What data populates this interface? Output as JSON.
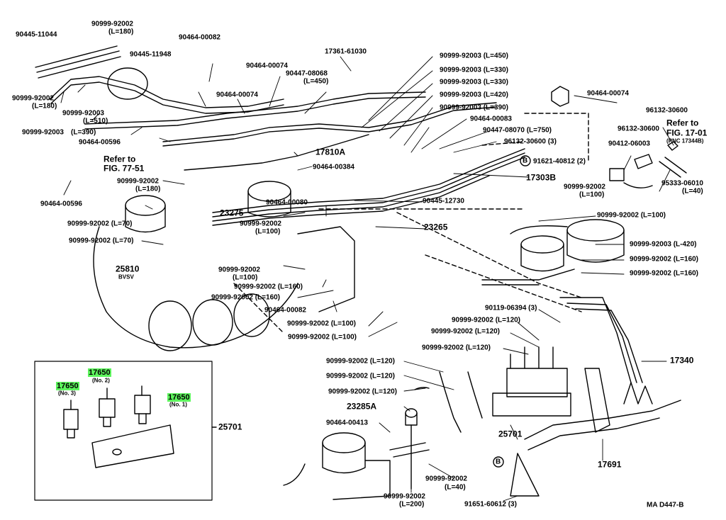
{
  "diagram_id": "MA D447-B",
  "labels": {
    "p90445_11044": "90445-11044",
    "p90999_92002_l180a": "90999-92002",
    "l180a": "(L=180)",
    "p90464_00082a": "90464-00082",
    "p90445_11948": "90445-11948",
    "p90464_00074a": "90464-00074",
    "p90447_08068": "90447-08068",
    "l450a": "(L=450)",
    "p17361_61030": "17361-61030",
    "p90999_92002_l180b": "90999-92002",
    "l180b": "(L=180)",
    "p90999_92003_l510": "90999-92003",
    "l510": "(L=510)",
    "p90999_92003_l390a": "90999-92003",
    "l390a": "(L=390)",
    "p90464_00596a": "90464-00596",
    "p90464_00074b": "90464-00074",
    "refer_77_51_a": "Refer to",
    "refer_77_51_b": "FIG. 77-51",
    "p90999_92002_l180c": "90999-92002",
    "l180c": "(L=180)",
    "p90464_00596b": "90464-00596",
    "p23275": "23275",
    "p90464_00080": "90464-00080",
    "p17810A": "17810A",
    "p90464_00384": "90464-00384",
    "r_450": "90999-92003 (L=450)",
    "r_330a": "90999-92003 (L=330)",
    "r_330b": "90999-92003 (L=330)",
    "r_420": "90999-92003 (L=420)",
    "r_390": "90999-92003 (L=390)",
    "r_00083": "90464-00083",
    "r_08070": "90447-08070 (L=750)",
    "r_30600": "96132-30600 (3)",
    "p90464_00074c": "90464-00074",
    "p96132_30600a": "96132-30600",
    "refer_17_01_a": "Refer to",
    "refer_17_01_b": "FIG. 17-01",
    "pnc": "(PNC 17344B)",
    "p96132_30600b": "96132-30600",
    "p90412_06003": "90412-06003",
    "b_circle": "B",
    "p91621_40812": "91621-40812 (2)",
    "p17303B": "17303B",
    "p90999_92002_l100a": "90999-92002",
    "l100a": "(L=100)",
    "p95333_06010": "95333-06010",
    "l40a": "(L=40)",
    "p90445_12730": "90445-12730",
    "p90999_92002_l70a": "90999-92002 (L=70)",
    "p90999_92002_l70b": "90999-92002 (L=70)",
    "p90999_92002_l100b": "90999-92002",
    "l100b": "(L=100)",
    "p23265": "23265",
    "r_l100c": "90999-92002 (L=100)",
    "r_l420": "90999-92003 (L-420)",
    "r_l160a": "90999-92002 (L=160)",
    "r_l160b": "90999-92002 (L=160)",
    "p25810": "25810",
    "vsv": "BVSV",
    "p90999_92002_l100d": "90999-92002",
    "l100d": "(L=100)",
    "p90999_92002_l160c": "90999-92002 (L=160)",
    "p90999_92002_l160d": "90999-92002 (L=160)",
    "p90464_00082b": "90464-00082",
    "p90999_92002_l100e": "90999-92002 (L=100)",
    "p90999_92002_l100f": "90999-92002 (L=100)",
    "p90119_06394": "90119-06394 (3)",
    "p90999_92002_l120a": "90999-92002 (L=120)",
    "p90999_92002_l120b": "90999-92002 (L=120)",
    "p90999_92002_l120c": "90999-92002 (L=120)",
    "p90999_92002_l120d": "90999-92002 (L=120)",
    "p90999_92002_l120e": "90999-92002 (L=120)",
    "p90999_92002_l120f": "90999-92002 (L=120)",
    "p17340": "17340",
    "p23285A": "23285A",
    "p90464_00413": "90464-00413",
    "p25701a": "25701",
    "p25701b": "25701",
    "p17691": "17691",
    "p90999_92002_l40": "90999-92002",
    "l40b": "(L=40)",
    "p90999_92002_l200": "90999-92002",
    "l200": "(L=200)",
    "p91651_60612": "91651-60612 (3)",
    "b_circle2": "B",
    "inset_17650_a": "17650",
    "inset_no2": "(No. 2)",
    "inset_17650_b": "17650",
    "inset_no3": "(No. 3)",
    "inset_17650_c": "17650",
    "inset_no1": "(No. 1)",
    "diagram_code": "MA  D447-B"
  },
  "colors": {
    "highlight": "#5ef55e",
    "ink": "#000000",
    "paper": "#ffffff"
  }
}
